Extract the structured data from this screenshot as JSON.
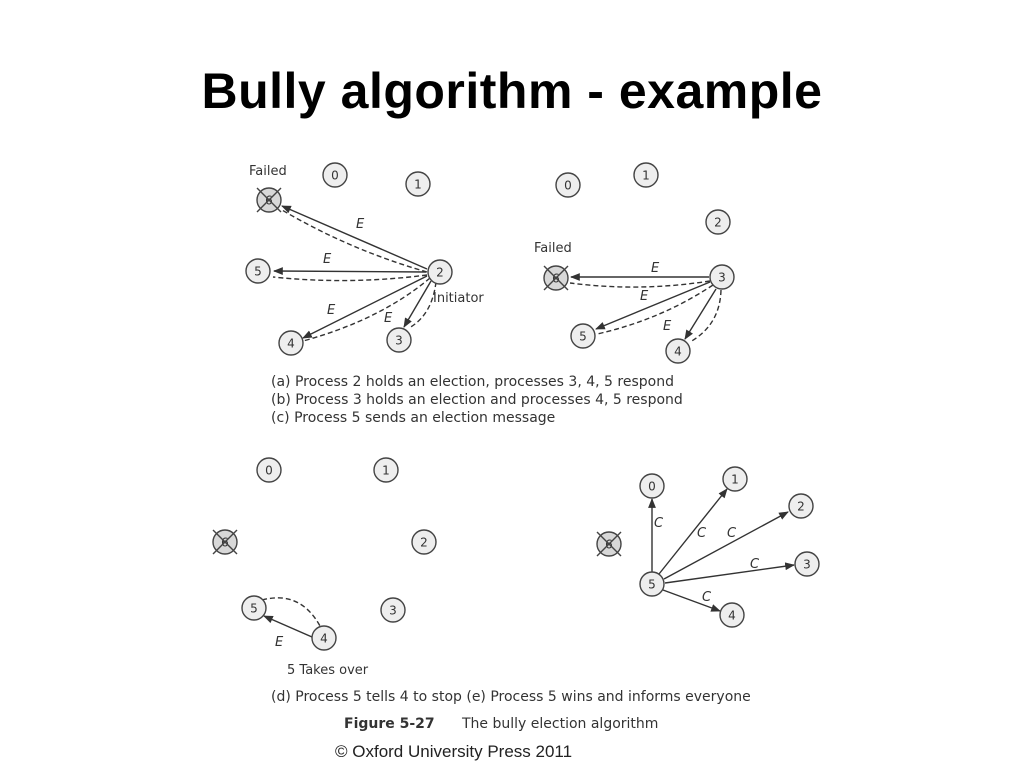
{
  "title": "Bully algorithm - example",
  "panels": {
    "a": {
      "nodes": [
        "0",
        "1",
        "2",
        "3",
        "4",
        "5",
        "6"
      ],
      "failed_label": "Failed",
      "initiator_label": "Initiator",
      "edge_label": "E"
    },
    "b": {
      "nodes": [
        "0",
        "1",
        "2",
        "3",
        "4",
        "5",
        "6"
      ],
      "failed_label": "Failed",
      "edge_label": "E"
    },
    "d": {
      "nodes": [
        "0",
        "1",
        "2",
        "3",
        "4",
        "5",
        "6"
      ],
      "edge_label": "E",
      "takeover_label": "5 Takes over"
    },
    "e": {
      "nodes": [
        "0",
        "1",
        "2",
        "3",
        "4",
        "5",
        "6"
      ],
      "edge_label": "C"
    }
  },
  "caption": {
    "line_a": "(a) Process 2 holds an election, processes 3, 4, 5 respond",
    "line_b": "(b) Process 3 holds an election and processes 4, 5 respond",
    "line_c": "(c) Process 5 sends an election message",
    "line_de": "(d) Process 5 tells 4 to stop (e) Process 5 wins and informs everyone",
    "figure_number": "Figure 5-27",
    "figure_title": "The bully election algorithm"
  },
  "copyright": "© Oxford University Press 2011"
}
